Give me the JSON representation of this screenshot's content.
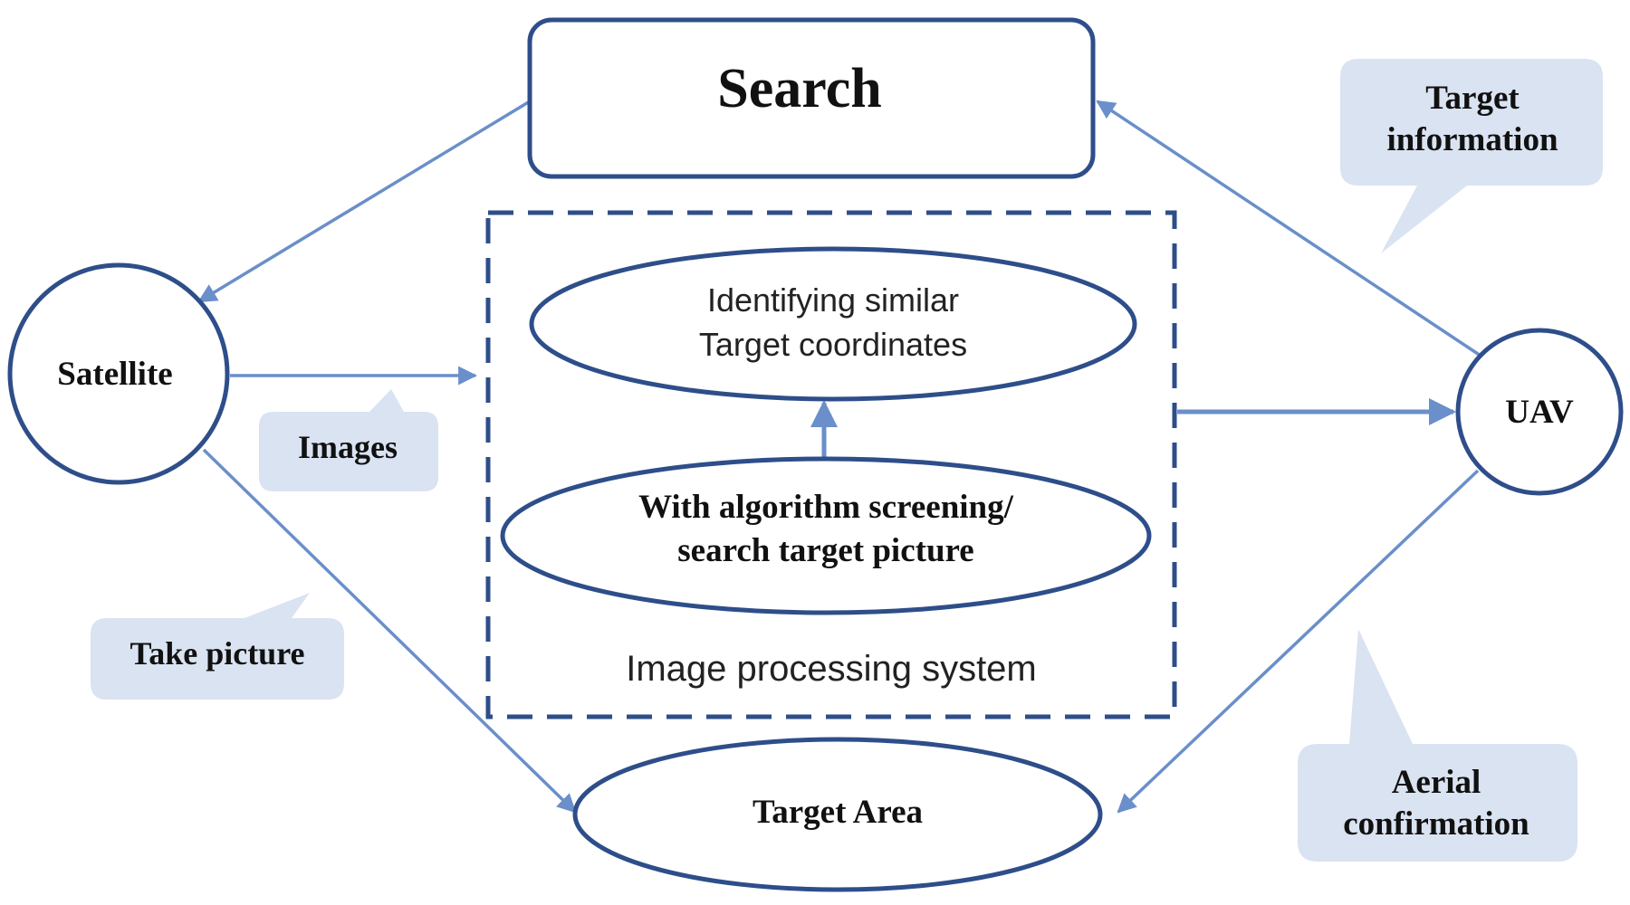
{
  "nodes": {
    "search": "Search",
    "satellite": "Satellite",
    "uav": "UAV",
    "target_area": "Target Area",
    "identify_line1": "Identifying similar",
    "identify_line2": "Target coordinates",
    "algorithm_line1": "With algorithm screening/",
    "algorithm_line2": "search target picture",
    "system_label": "Image processing system"
  },
  "callouts": {
    "target_info_line1": "Target",
    "target_info_line2": "information",
    "images": "Images",
    "take_picture": "Take picture",
    "aerial_line1": "Aerial",
    "aerial_line2": "confirmation"
  },
  "colors": {
    "shape_stroke": "#2e4e8a",
    "arrow": "#6a8fca",
    "callout_fill": "#dae3f1"
  }
}
